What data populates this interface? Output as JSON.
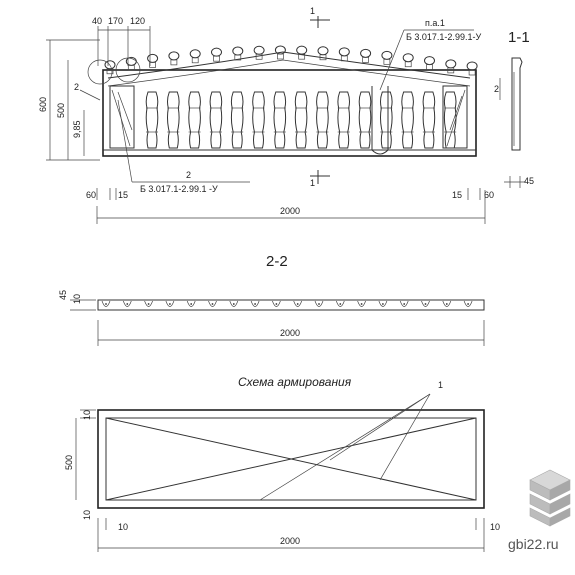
{
  "elevation": {
    "dim_top_40": "40",
    "dim_top_170": "170",
    "dim_top_120": "120",
    "dim_height_600": "600",
    "dim_height_500": "500",
    "dim_9_85": "9,85",
    "callout_2": "2",
    "dim_60_left": "60",
    "dim_15_left": "15",
    "dim_15_right": "15",
    "dim_60_right": "60",
    "dim_width": "2000",
    "section_mark": "1",
    "section_mark_bottom": "1",
    "note_pa": "п.а.1",
    "note_ref_top": "Б 3.017.1-2.99.1-У",
    "note_ref_bottom_num": "2",
    "note_ref_bottom": "Б 3.017.1-2.99.1 -У"
  },
  "section_1_1": {
    "title": "1-1",
    "mark_2": "2",
    "dim_45": "45"
  },
  "section_2_2": {
    "title": "2-2",
    "dim_45": "45",
    "dim_10": "10",
    "dim_width": "2000"
  },
  "reinforcement": {
    "title": "Схема армирования",
    "callout": "1",
    "dim_10_top": "10",
    "dim_500": "500",
    "dim_10_bottom": "10",
    "dim_10_left": "10",
    "dim_10_right": "10",
    "dim_width": "2000"
  },
  "watermark": {
    "site": "gbi22.ru"
  }
}
